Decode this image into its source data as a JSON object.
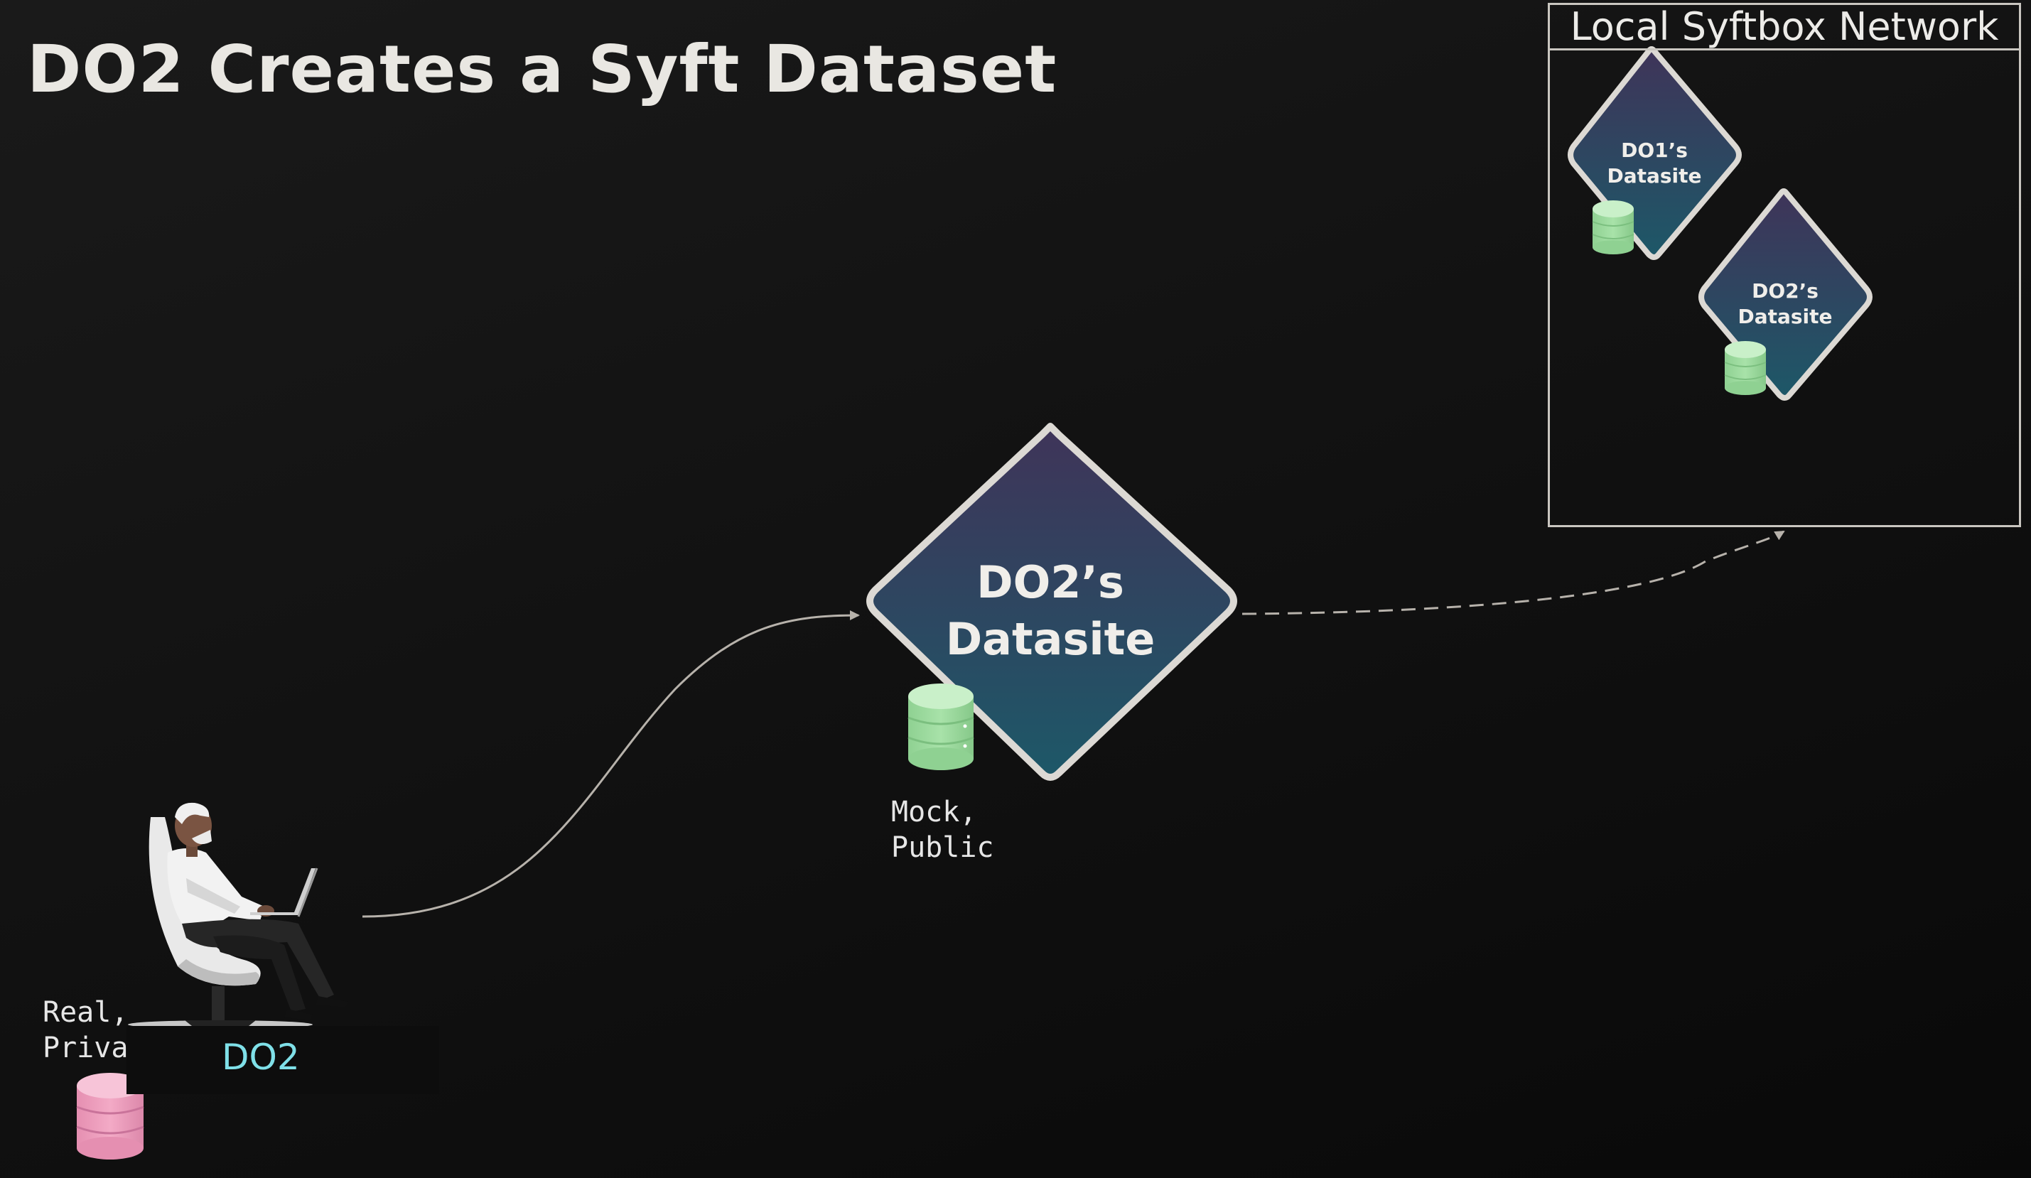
{
  "title": "DO2 Creates a Syft Dataset",
  "network": {
    "title": "Local Syftbox Network",
    "datasites": [
      {
        "line1": "DO1’s",
        "line2": "Datasite"
      },
      {
        "line1": "DO2’s",
        "line2": "Datasite"
      }
    ]
  },
  "main_datasite": {
    "line1": "DO2’s",
    "line2": "Datasite"
  },
  "mock_label": {
    "line1": "Mock,",
    "line2": "Public"
  },
  "private_label": {
    "line1": "Real,",
    "line2": "Private"
  },
  "owner": {
    "name": "DO2"
  },
  "colors": {
    "diamond_top": "#3d3458",
    "diamond_bottom": "#1f5466",
    "diamond_border": "#dcd9d4",
    "mock_db": "#9fdca0",
    "private_db": "#ec9fbd",
    "arrow": "#b7b2ab",
    "owner_name": "#7fe0e8"
  },
  "icons": [
    "person-with-laptop-icon",
    "database-icon"
  ]
}
